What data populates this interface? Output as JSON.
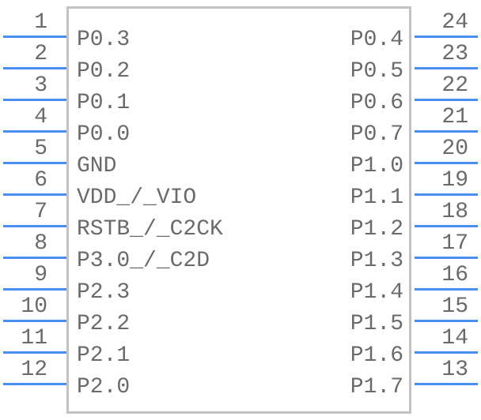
{
  "component": {
    "body_color": "#c2c2c2",
    "pin_color": "#4a8ff0",
    "text_color": "#6a6a6a",
    "left_pins": [
      {
        "number": "1",
        "label": "P0.3"
      },
      {
        "number": "2",
        "label": "P0.2"
      },
      {
        "number": "3",
        "label": "P0.1"
      },
      {
        "number": "4",
        "label": "P0.0"
      },
      {
        "number": "5",
        "label": "GND"
      },
      {
        "number": "6",
        "label": "VDD_/_VIO"
      },
      {
        "number": "7",
        "label": "RSTB_/_C2CK"
      },
      {
        "number": "8",
        "label": "P3.0_/_C2D"
      },
      {
        "number": "9",
        "label": "P2.3"
      },
      {
        "number": "10",
        "label": "P2.2"
      },
      {
        "number": "11",
        "label": "P2.1"
      },
      {
        "number": "12",
        "label": "P2.0"
      }
    ],
    "right_pins": [
      {
        "number": "24",
        "label": "P0.4"
      },
      {
        "number": "23",
        "label": "P0.5"
      },
      {
        "number": "22",
        "label": "P0.6"
      },
      {
        "number": "21",
        "label": "P0.7"
      },
      {
        "number": "20",
        "label": "P1.0"
      },
      {
        "number": "19",
        "label": "P1.1"
      },
      {
        "number": "18",
        "label": "P1.2"
      },
      {
        "number": "17",
        "label": "P1.3"
      },
      {
        "number": "16",
        "label": "P1.4"
      },
      {
        "number": "15",
        "label": "P1.5"
      },
      {
        "number": "14",
        "label": "P1.6"
      },
      {
        "number": "13",
        "label": "P1.7"
      }
    ]
  }
}
